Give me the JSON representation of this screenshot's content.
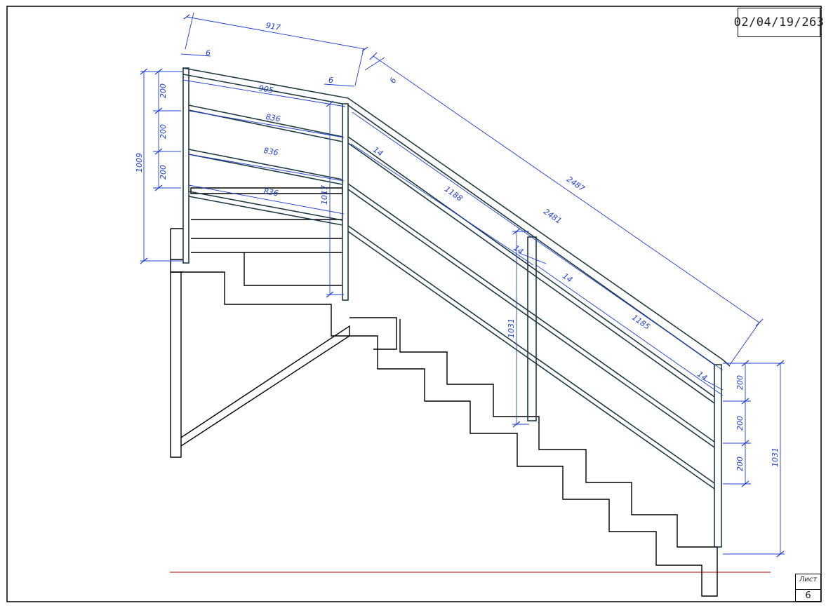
{
  "title_block": {
    "doc_code": "02/04/19/263",
    "sheet_label": "Лист",
    "sheet_number": "6"
  },
  "colors": {
    "structure": "#1d3a40",
    "dimension": "#1f3fd0",
    "ground": "#c0392b",
    "frame": "#000000"
  },
  "dimensions": {
    "upper_top_span": "917",
    "upper_post_width": "6",
    "upper_right_post_width": "6",
    "stair_post_width": "6",
    "upper_top_rail": "905",
    "upper_rail_1": "836",
    "upper_rail_2": "836",
    "upper_rail_3": "836",
    "upper_gap_1": "200",
    "upper_gap_2": "200",
    "upper_gap_3": "200",
    "upper_total_height": "1009",
    "upper_post_height": "1017",
    "stair_handrail_outer": "2487",
    "stair_handrail_inner": "2481",
    "stair_rail_upper": "1188",
    "stair_rail_lower": "1185",
    "stair_offset_1": "14",
    "stair_offset_2": "14",
    "stair_offset_3": "14",
    "stair_offset_4": "14",
    "stair_mid_post_height": "1031",
    "stair_end_gap_1": "200",
    "stair_end_gap_2": "200",
    "stair_end_gap_3": "200",
    "stair_end_total": "1031"
  }
}
